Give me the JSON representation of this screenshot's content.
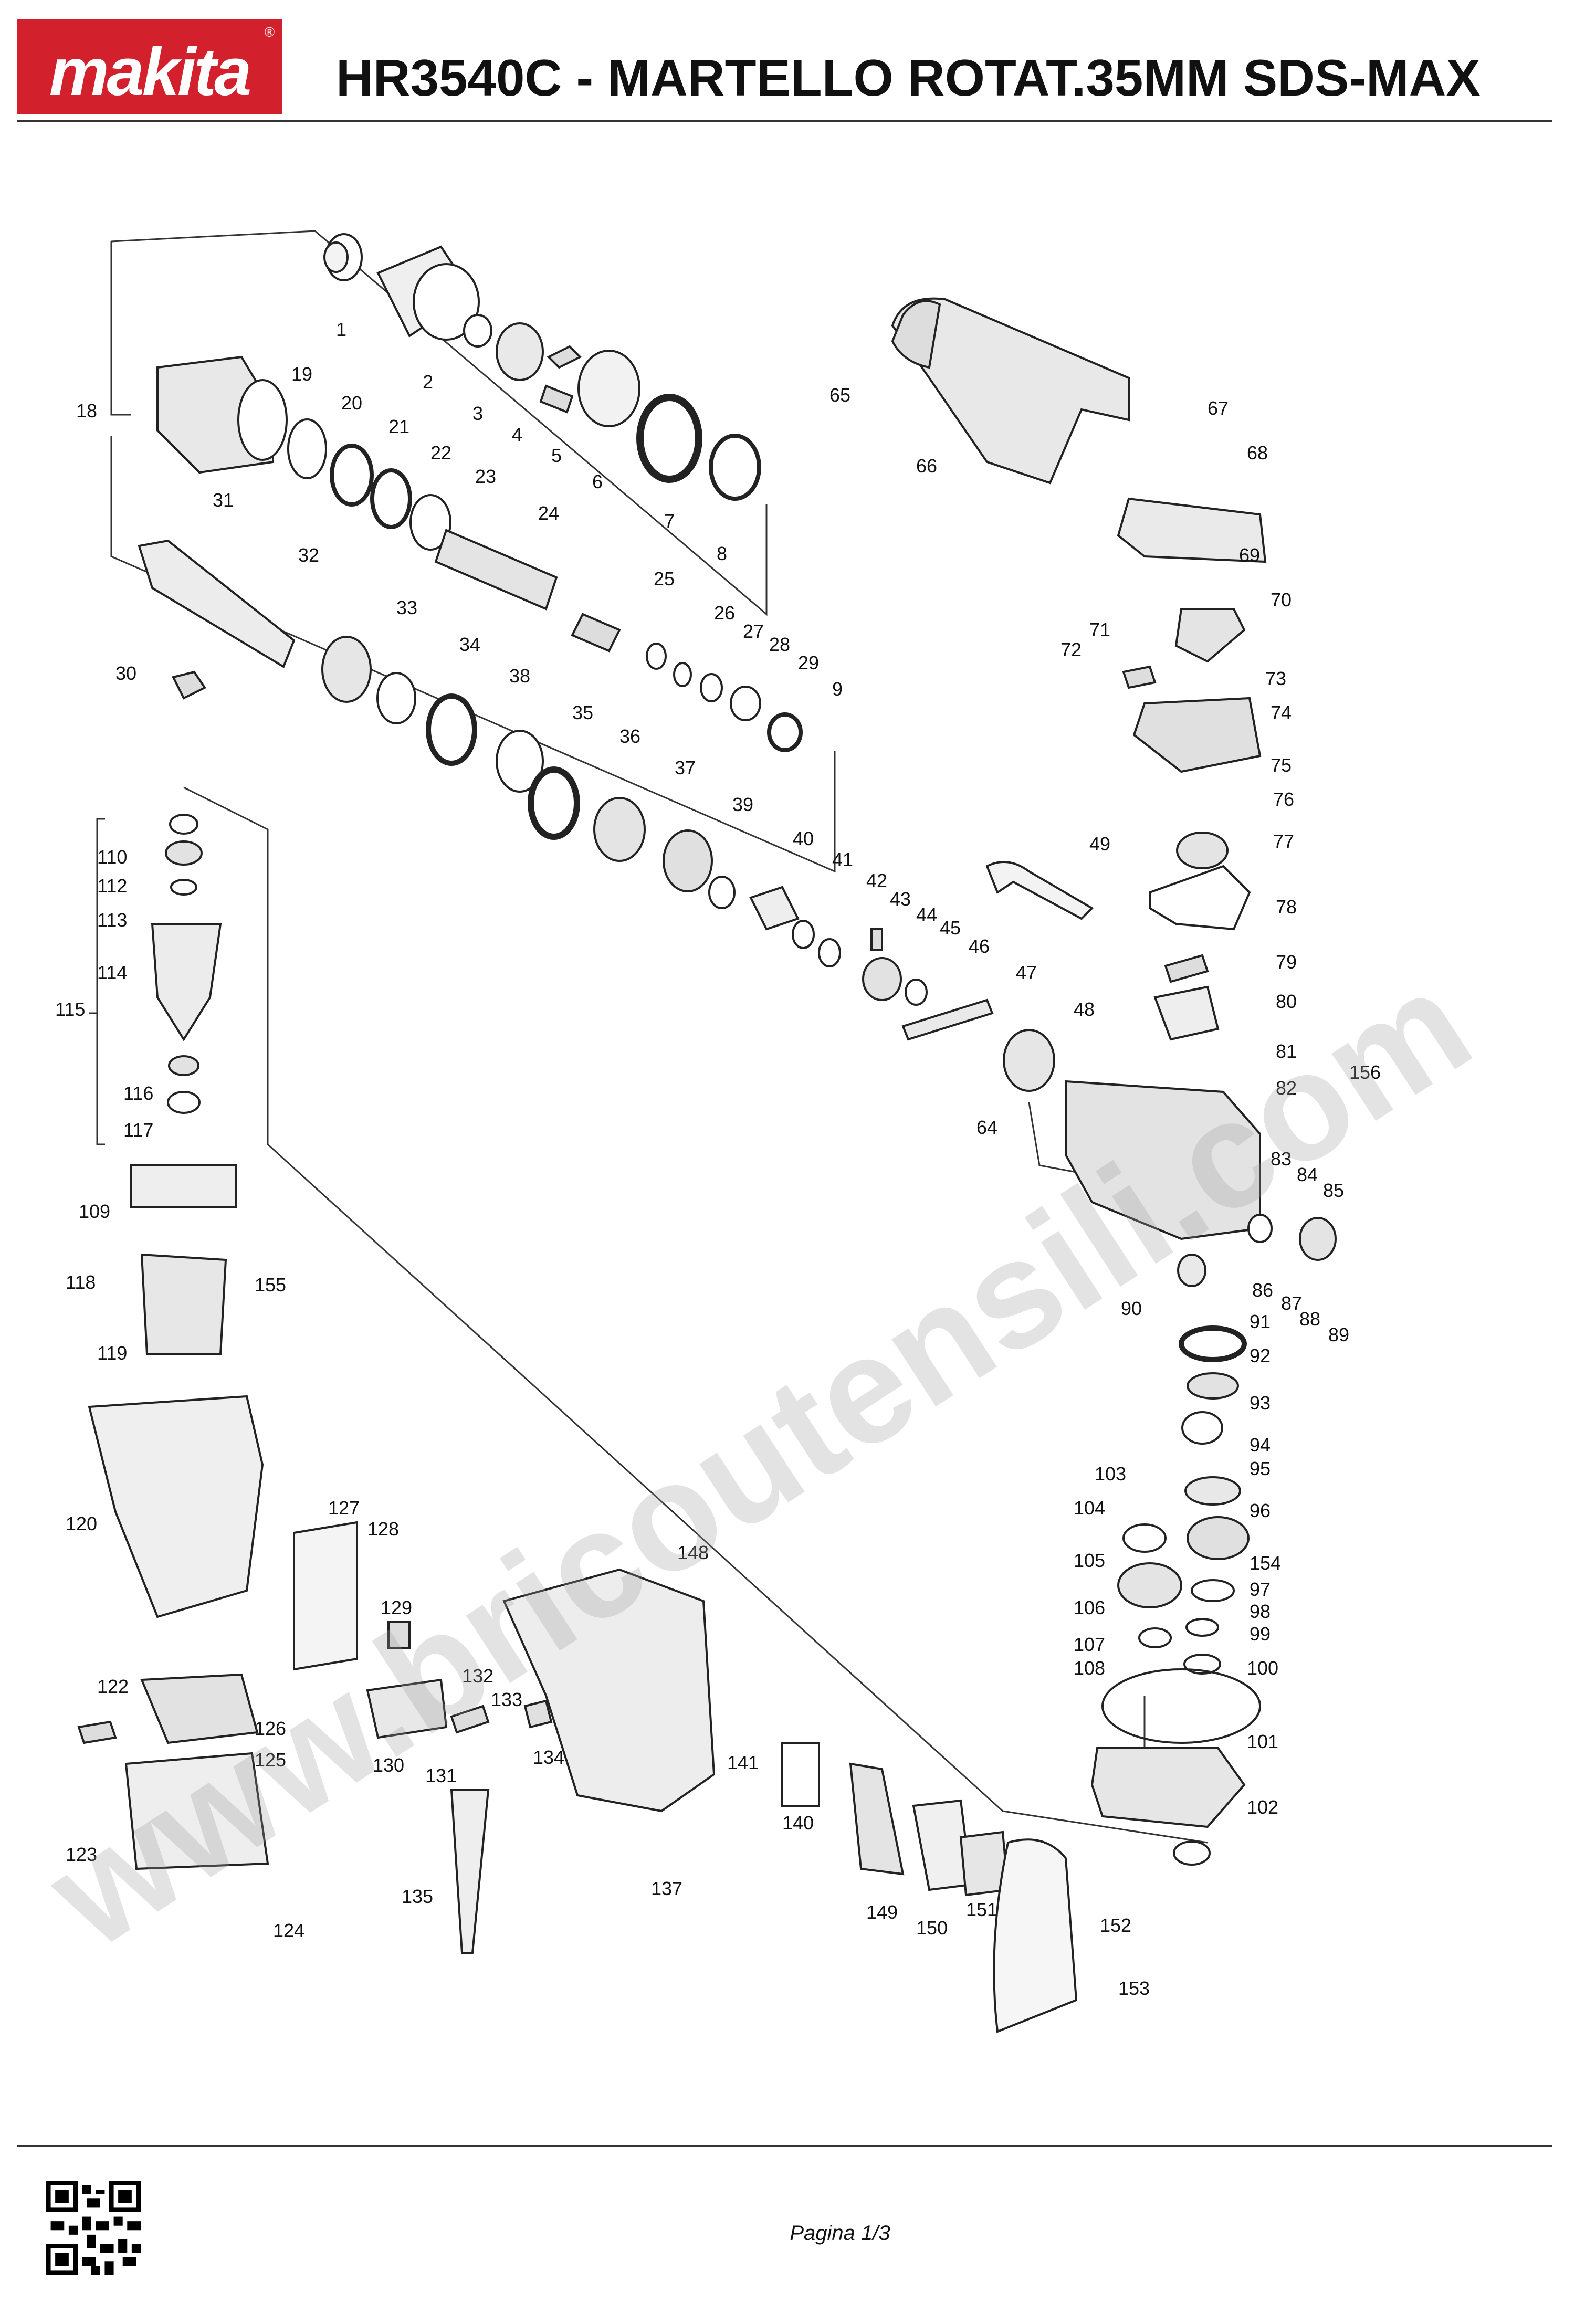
{
  "brand": {
    "logo_text": "makita",
    "registered_mark": "®",
    "color": "#d2202c"
  },
  "title": "HR3540C - MARTELLO ROTAT.35MM SDS-MAX",
  "watermark": "www.bricoutensili.com",
  "footer": {
    "page_label": "Pagina 1/3"
  },
  "diagram": {
    "part_numbers": [
      "1",
      "2",
      "3",
      "4",
      "5",
      "6",
      "7",
      "8",
      "9",
      "18",
      "19",
      "20",
      "21",
      "22",
      "23",
      "24",
      "25",
      "26",
      "27",
      "28",
      "29",
      "30",
      "31",
      "32",
      "33",
      "34",
      "35",
      "36",
      "37",
      "38",
      "39",
      "40",
      "41",
      "42",
      "43",
      "44",
      "45",
      "46",
      "47",
      "48",
      "49",
      "64",
      "65",
      "66",
      "67",
      "68",
      "69",
      "70",
      "71",
      "72",
      "73",
      "74",
      "75",
      "76",
      "77",
      "78",
      "79",
      "80",
      "81",
      "82",
      "83",
      "84",
      "85",
      "86",
      "87",
      "88",
      "89",
      "90",
      "91",
      "92",
      "93",
      "94",
      "95",
      "96",
      "97",
      "98",
      "99",
      "100",
      "101",
      "102",
      "103",
      "104",
      "105",
      "106",
      "107",
      "108",
      "109",
      "110",
      "112",
      "113",
      "114",
      "115",
      "116",
      "117",
      "118",
      "119",
      "120",
      "122",
      "123",
      "124",
      "125",
      "126",
      "127",
      "128",
      "129",
      "130",
      "131",
      "132",
      "133",
      "134",
      "135",
      "137",
      "140",
      "141",
      "148",
      "149",
      "150",
      "151",
      "152",
      "153",
      "154",
      "155",
      "156"
    ]
  }
}
